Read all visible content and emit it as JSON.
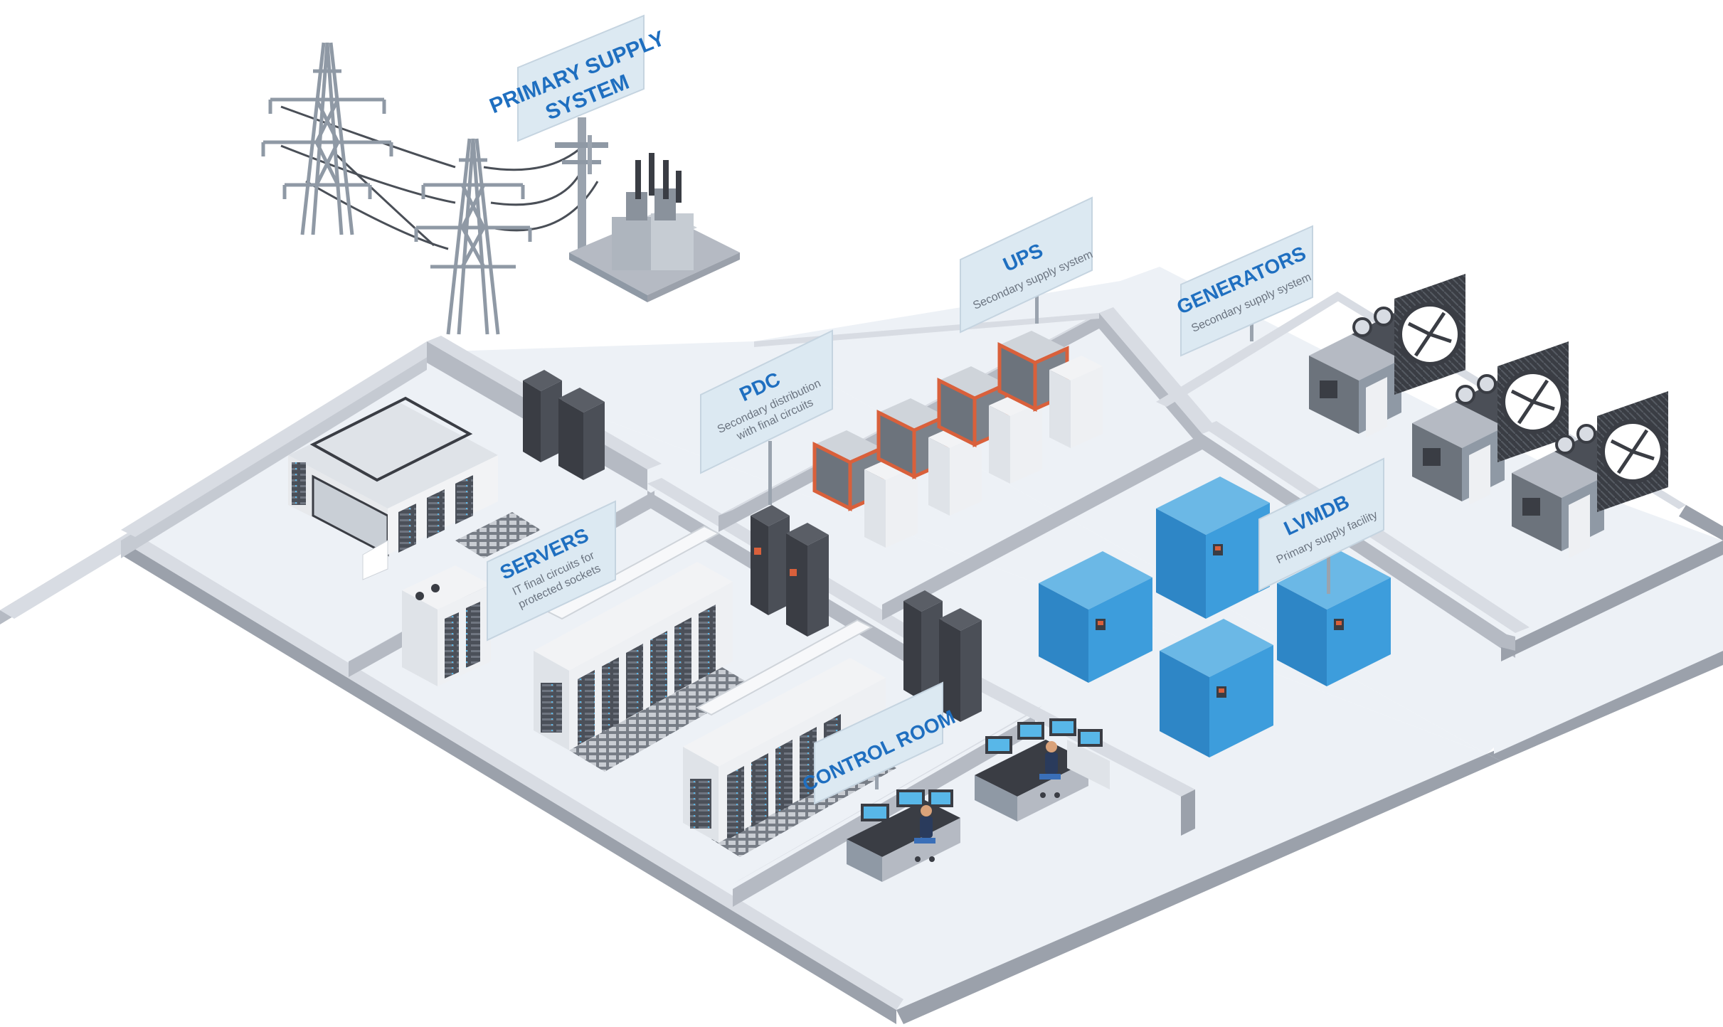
{
  "colors": {
    "floor": "#edf1f6",
    "wall_top": "#d8dce3",
    "wall_side": "#b5bac3",
    "wall_dark": "#9ba1ab",
    "sign_bg": "#dce9f2",
    "sign_text": "#1f6fc0",
    "sign_sub": "#6b7480",
    "steel": "#8f99a5",
    "rack_white": "#eef0f3",
    "rack_dark": "#3a3d44",
    "switchboard_blue": "#3d9ddc",
    "ups_frame": "#d9603b",
    "generator": "#6c737c"
  },
  "signs": {
    "primary": {
      "line1": "PRIMARY SUPPLY",
      "line2": "SYSTEM"
    },
    "ups": {
      "title": "UPS",
      "sub": "Secondary supply system"
    },
    "generators": {
      "title": "GENERATORS",
      "sub": "Secondary supply system"
    },
    "pdc": {
      "title": "PDC",
      "sub1": "Secondary distribution",
      "sub2": "with final circuits"
    },
    "servers": {
      "title": "SERVERS",
      "sub1": "IT final circuits for",
      "sub2": "protected sockets"
    },
    "lvmdb": {
      "title": "LVMDB",
      "sub": "Primary supply facility"
    },
    "control": {
      "title": "CONTROL ROOM"
    }
  },
  "icons": {
    "pylon": "transmission-tower-icon",
    "transformer": "transformer-icon",
    "operator": "operator-icon"
  }
}
